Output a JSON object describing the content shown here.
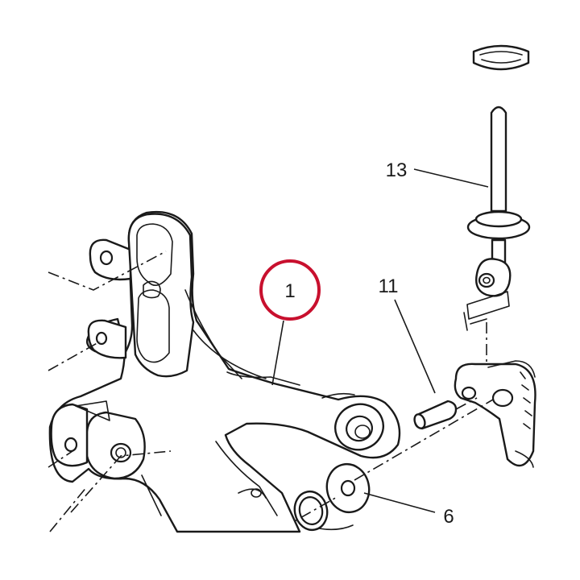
{
  "callouts": [
    {
      "id": "1",
      "label": "1"
    },
    {
      "id": "6",
      "label": "6"
    },
    {
      "id": "11",
      "label": "11"
    },
    {
      "id": "13",
      "label": "13"
    }
  ],
  "colors": {
    "line": "#1a1a1a",
    "highlight_circle": "#c8102e",
    "background": "#ffffff"
  },
  "highlighted_callout": "1"
}
